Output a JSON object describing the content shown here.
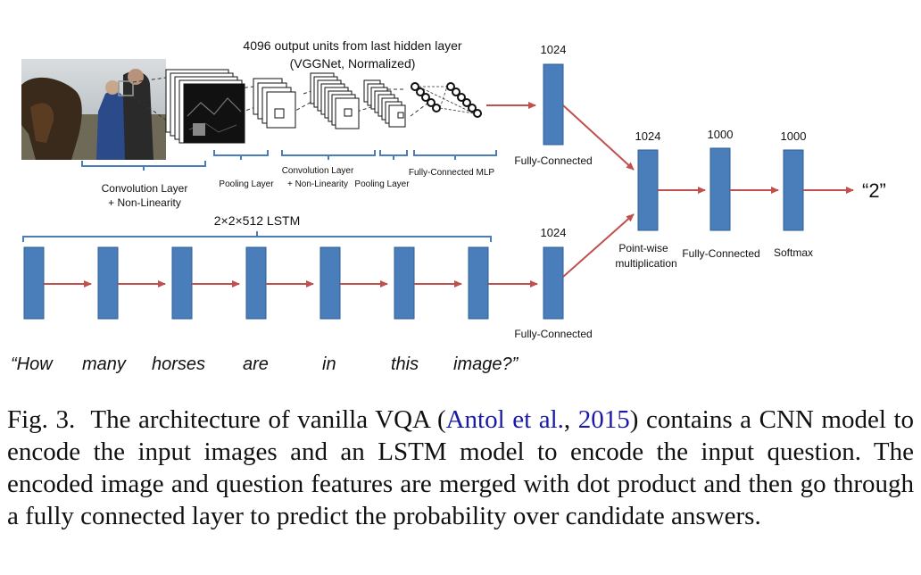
{
  "diagram": {
    "cnn_top_label_line1": "4096 output  units from last hidden layer",
    "cnn_top_label_line2": "(VGGNet, Normalized)",
    "conv_label_line1": "Convolution Layer",
    "conv_label_line2": "+ Non-Linearity",
    "pool_label_1": "Pooling Layer",
    "conv2_label_line1": "Convolution Layer",
    "conv2_label_line2": "+ Non-Linearity",
    "pool_label_2": "Pooling  Layer",
    "mlp_label": "Fully-Connected MLP",
    "fc_img_dim": "1024",
    "fc_img_label": "Fully-Connected",
    "lstm_label": "2×2×512 LSTM",
    "fc_q_dim": "1024",
    "fc_q_label": "Fully-Connected",
    "pw_dim": "1024",
    "pw_label_line1": "Point-wise",
    "pw_label_line2": "multiplication",
    "fc_out_dim": "1000",
    "fc_out_label": "Fully-Connected",
    "softmax_dim": "1000",
    "softmax_label": "Softmax",
    "answer": "“2”",
    "question_words": [
      "“How",
      "many",
      "horses",
      "are",
      "in",
      "this",
      "image?”"
    ]
  },
  "colors": {
    "block_fill": "#4a7ebb",
    "block_stroke": "#2f5e95",
    "arrow": "#c0504d",
    "brace": "#4a7ebb",
    "citation": "#1a1aa6"
  },
  "caption": {
    "prefix": "Fig. 3.",
    "text_before": "The architecture of vanilla VQA (",
    "cite_author": "Antol et al.",
    "cite_sep": ", ",
    "cite_year": "2015",
    "text_after": ") contains a CNN model to encode the input images and an LSTM model to encode the input question. The encoded image and question features are merged with dot product and then go through a fully connected layer to predict the probability over candidate answers."
  }
}
